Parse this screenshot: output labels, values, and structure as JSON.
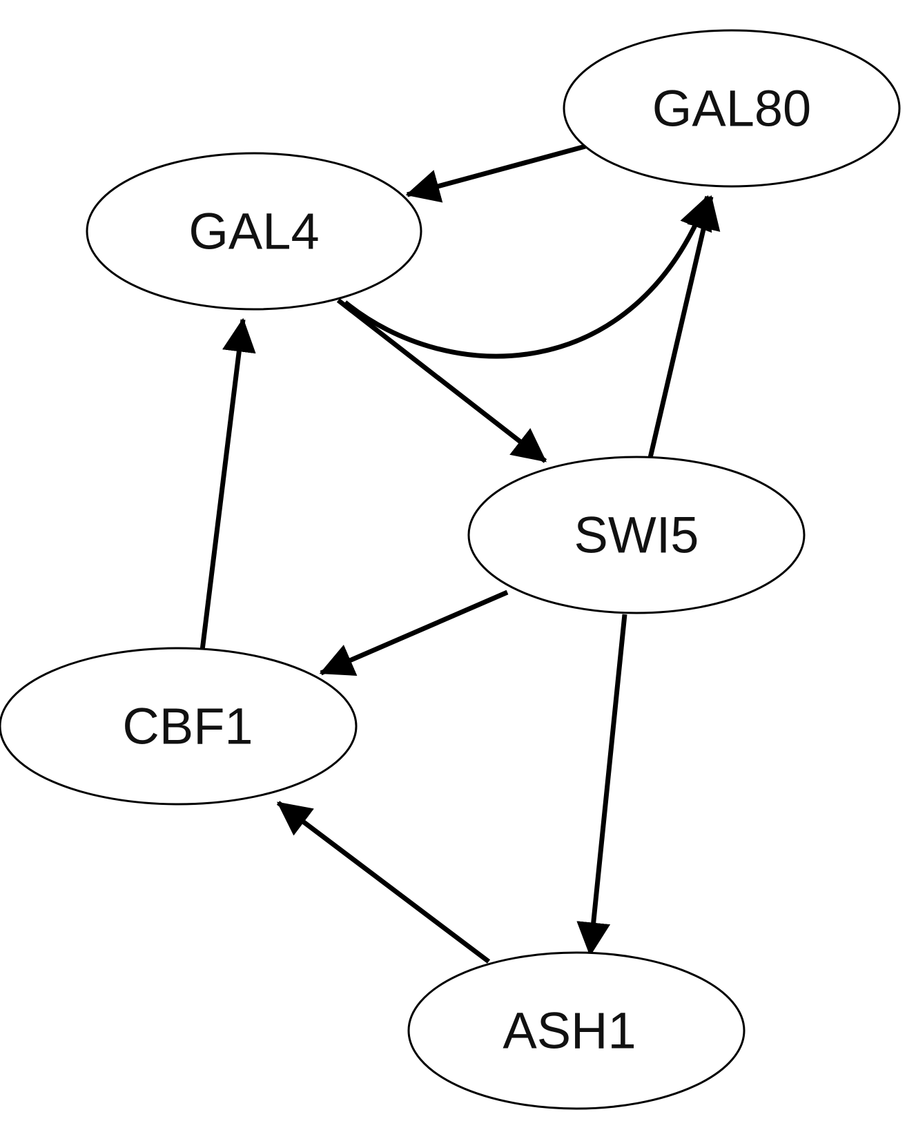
{
  "nodes": [
    {
      "id": "GAL80",
      "label": "GAL80"
    },
    {
      "id": "GAL4",
      "label": "GAL4"
    },
    {
      "id": "SWI5",
      "label": "SWI5"
    },
    {
      "id": "CBF1",
      "label": "CBF1"
    },
    {
      "id": "ASH1",
      "label": "ASH1"
    }
  ],
  "edges": [
    {
      "from": "GAL80",
      "to": "GAL4"
    },
    {
      "from": "GAL4",
      "to": "GAL80"
    },
    {
      "from": "GAL4",
      "to": "SWI5"
    },
    {
      "from": "SWI5",
      "to": "GAL80"
    },
    {
      "from": "SWI5",
      "to": "CBF1"
    },
    {
      "from": "SWI5",
      "to": "ASH1"
    },
    {
      "from": "CBF1",
      "to": "GAL4"
    },
    {
      "from": "ASH1",
      "to": "CBF1"
    }
  ],
  "colors": {
    "stroke": "#000000",
    "fill": "#ffffff",
    "text": "#111111"
  }
}
